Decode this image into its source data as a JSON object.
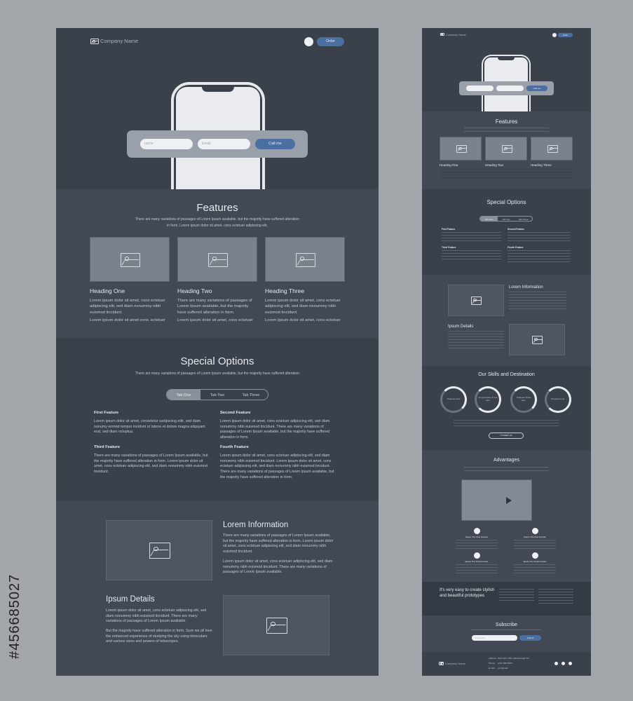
{
  "stock_id": "#456685027",
  "desktop": {
    "header": {
      "company": "Company Name",
      "order_label": "Order"
    },
    "hero": {
      "name_placeholder": "name",
      "email_placeholder": "Email",
      "call_label": "Call me"
    },
    "features": {
      "title": "Features",
      "subtitle1": "There are many variations of passages of Lorem Ipsum available, but the majority have suffered alteration",
      "subtitle2": "in form. Lorem ipsum dolor sit amet, cons ectetuer adipiscing elit.",
      "cards": [
        {
          "heading": "Heading One",
          "text1": "Lorem ipsum dolor sit amet, cons ectetuer adipiscing elit, sed diam nonummy nibh euismod tincidunt.",
          "text2": "Lorem ipsum dolor sit amet cons. ectetuer"
        },
        {
          "heading": "Heading Two",
          "text1": "There are many variations of passages of Lorem Ipsum available, but the majority have suffered alteration in form.",
          "text2": "Lorem ipsum dolor sit amet, cons ectetuer"
        },
        {
          "heading": "Heading Three",
          "text1": "Lorem ipsum dolor sit amet, cons ectetuer adipiscing elit, sed diam nonummy nibh euismod tincidunt.",
          "text2": "Lorem ipsum dolor sit amet, cons ectetuer"
        }
      ]
    },
    "special": {
      "title": "Special Options",
      "subtitle": "There are many variations of passages of Lorem Ipsum available, but the majority have suffered alteration",
      "tabs": [
        "Tab One",
        "Tab Two",
        "Tab Three"
      ],
      "items": [
        {
          "title": "First Feature",
          "text": "Lorem ipsum dolor sit amet, consetetur sadipscing elitr, sed diam nonumy eirmod tempor invidunt ut labore et dolore magna aliquyam erat, sed diam voluptua."
        },
        {
          "title": "Second Feature",
          "text": "Lorem ipsum dolor sit amet, cons ectetuer adipiscing elit, sed diam nonummy nibh euismod tincidunt. There are many variations of passages of Lorem Ipsum available, but the majority have suffered alteration in form."
        },
        {
          "title": "Third Feature",
          "text": "There are many variations of passages of Lorem Ipsum available, but the majority have suffered alteration in form. Lorem ipsum dolor sit amet, cons ectetuer adipiscing elit, sed diam nonummy nibh euismod tincidunt."
        },
        {
          "title": "Fourth Feature",
          "text": "Lorem ipsum dolor sit amet, cons ectetuer adipiscing elit, sed diam nonummy nibh euismod tincidunt. Lorem ipsum dolor sit amet, cons ectetuer adipiscing elit, sed diam nonummy nibh euismod tincidunt. There are many variations of passages of Lorem Ipsum available, but the majority have suffered alteration in form."
        }
      ]
    },
    "info": {
      "title": "Lorem Information",
      "text1": "There are many variations of passages of Lorem Ipsum available, but the majority have suffered alteration in form. Lorem ipsum dolor sit amet, cons ectetuer adipiscing elit, sed diam nonummy nibh euismod tincidunt.",
      "text2": "Lorem ipsum dolor sit amet, cons ectetuer adipiscing elit, sed diam nonummy nibh euismod tincidunt. There are many variations of passages of Lorem Ipsum available."
    },
    "details": {
      "title": "Ipsum Details",
      "text1": "Lorem ipsum dolor sit amet, cons ectetuer adipiscing elit, sed diam nonummy nibh euismod tincidunt. There are many variations of passages of Lorem Ipsum available.",
      "text2": "But the majority have suffered alteration in form. Sure we all love the enhanced experience of studying the sky using binoculars and various sizes and powers of telescopes."
    }
  },
  "mobile": {
    "header": {
      "company": "Company Name",
      "order_label": "Order"
    },
    "hero": {
      "call_label": "Call me"
    },
    "features": {
      "title": "Features",
      "headings": [
        "Heading One",
        "Heading Two",
        "Heading Three"
      ]
    },
    "special": {
      "title": "Special Options",
      "tabs": [
        "Tab One",
        "Tab Two",
        "Tab Three"
      ],
      "items": [
        "First Feature",
        "Second Feature",
        "Third Feature",
        "Fourth Feature"
      ]
    },
    "info": {
      "title": "Lorem Information"
    },
    "details": {
      "title": "Ipsum Details"
    },
    "skills": {
      "title": "Our Skills and Destination",
      "rings": [
        "Progress One",
        "Progress Bar of Two Item",
        "Progress Three Item",
        "Progress Four"
      ],
      "contact_label": "Contact Us"
    },
    "advantages": {
      "title": "Advantages",
      "items": [
        "Space The First Frontier",
        "Space The First Frontier",
        "Space The Final Frontier",
        "Space The Final Frontier"
      ]
    },
    "cta": {
      "text": "It's very easy to create stylish and beautiful prototypes"
    },
    "subscribe": {
      "title": "Subscribe",
      "placeholder": "Your email",
      "button_label": "Submit"
    },
    "footer": {
      "company": "Company Name",
      "labels": [
        "Address:",
        "Phone:",
        "E-mail:"
      ],
      "values": [
        "New York, USA, MacDonough SC",
        "(212) 948-5325",
        "your@mail"
      ]
    }
  }
}
